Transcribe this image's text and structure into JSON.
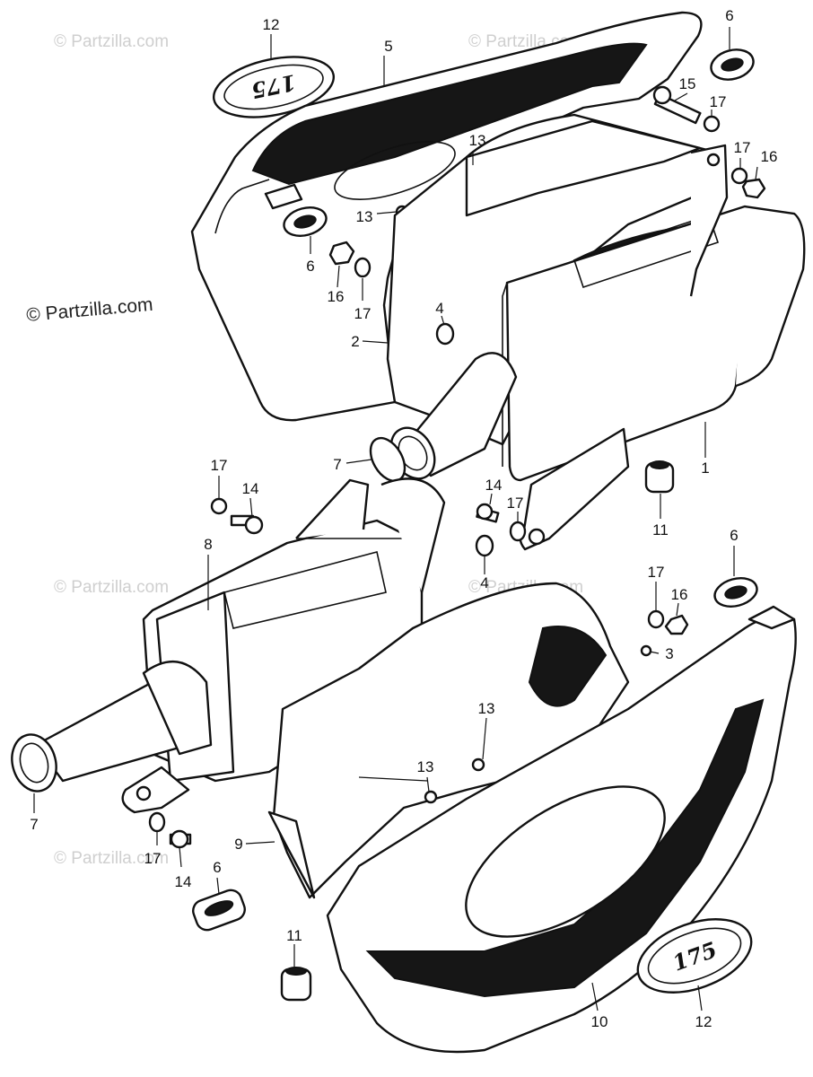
{
  "watermark": {
    "text": "© Partzilla.com",
    "strong_text": "© Partzilla.com"
  },
  "emblem": {
    "text_top": "175",
    "text_bottom": "175"
  },
  "callouts": [
    {
      "id": "c12a",
      "text": "12"
    },
    {
      "id": "c5",
      "text": "5"
    },
    {
      "id": "c6a",
      "text": "6"
    },
    {
      "id": "c15",
      "text": "15"
    },
    {
      "id": "c17a",
      "text": "17"
    },
    {
      "id": "c13a",
      "text": "13"
    },
    {
      "id": "c17b",
      "text": "17"
    },
    {
      "id": "c16a",
      "text": "16"
    },
    {
      "id": "c13b",
      "text": "13"
    },
    {
      "id": "c6b",
      "text": "6"
    },
    {
      "id": "c16b",
      "text": "16"
    },
    {
      "id": "c17c",
      "text": "17"
    },
    {
      "id": "c4a",
      "text": "4"
    },
    {
      "id": "c2",
      "text": "2"
    },
    {
      "id": "c7a",
      "text": "7"
    },
    {
      "id": "c1",
      "text": "1"
    },
    {
      "id": "c17d",
      "text": "17"
    },
    {
      "id": "c14a",
      "text": "14"
    },
    {
      "id": "c14b",
      "text": "14"
    },
    {
      "id": "c17e",
      "text": "17"
    },
    {
      "id": "c11a",
      "text": "11"
    },
    {
      "id": "c8",
      "text": "8"
    },
    {
      "id": "c4b",
      "text": "4"
    },
    {
      "id": "c6c",
      "text": "6"
    },
    {
      "id": "c17f",
      "text": "17"
    },
    {
      "id": "c16c",
      "text": "16"
    },
    {
      "id": "c3",
      "text": "3"
    },
    {
      "id": "c13c",
      "text": "13"
    },
    {
      "id": "c13d",
      "text": "13"
    },
    {
      "id": "c7b",
      "text": "7"
    },
    {
      "id": "c9",
      "text": "9"
    },
    {
      "id": "c17g",
      "text": "17"
    },
    {
      "id": "c14c",
      "text": "14"
    },
    {
      "id": "c6d",
      "text": "6"
    },
    {
      "id": "c11b",
      "text": "11"
    },
    {
      "id": "c10",
      "text": "10"
    },
    {
      "id": "c12b",
      "text": "12"
    }
  ]
}
